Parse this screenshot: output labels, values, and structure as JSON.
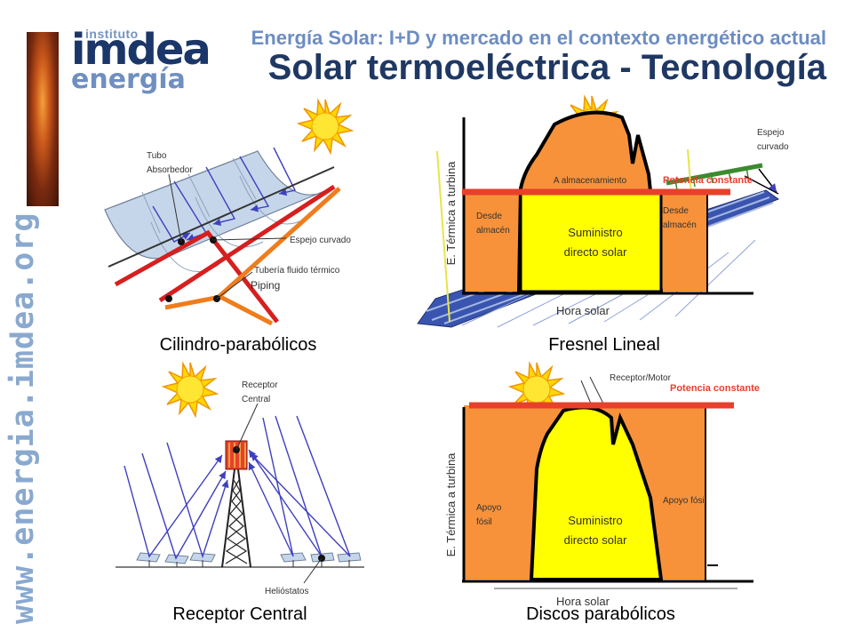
{
  "logo": {
    "institute": "instituto",
    "name": "imdea",
    "unit": "energía"
  },
  "sidebar": {
    "url": "www.energia.imdea.org"
  },
  "header": {
    "subtitle": "Energía Solar: I+D y mercado en el contexto energético actual",
    "title": "Solar termoeléctrica - Tecnología"
  },
  "panels": {
    "parabolic_trough": {
      "caption": "Cilindro-parabólicos",
      "labels": {
        "tube": [
          "Tubo",
          "Absorbedor"
        ],
        "mirror": "Espejo curvado",
        "pipe": "Tubería fluido térmico",
        "piping": "Piping"
      }
    },
    "fresnel": {
      "caption": "Fresnel Lineal",
      "labels": {
        "mirror": [
          "Espejo",
          "curvado"
        ],
        "storage": "A almacenamiento",
        "from_storage_left": [
          "Desde",
          "almacén"
        ],
        "from_storage_right": [
          "Desde",
          "almacén"
        ],
        "constant_power": "Potencia constante",
        "direct_supply": [
          "Suministro",
          "directo solar"
        ],
        "y_axis": "E. Térmica a turbina",
        "x_axis": "Hora solar"
      }
    },
    "central_receiver": {
      "caption": "Receptor Central",
      "labels": {
        "receiver": [
          "Receptor",
          "Central"
        ],
        "heliostats": "Helióstatos"
      }
    },
    "dish": {
      "caption": "Discos parabólicos",
      "labels": {
        "receiver_motor": "Receptor/Motor",
        "constant_power": "Potencia constante",
        "fossil_left": [
          "Apoyo",
          "fósil"
        ],
        "fossil_right": "Apoyo fósil",
        "direct_supply": [
          "Suministro",
          "directo solar"
        ],
        "y_axis": "E. Térmica a turbina",
        "x_axis": "Hora solar"
      }
    }
  },
  "colors": {
    "navy": "#1f3863",
    "light_blue": "#6c8dc2",
    "orange": "#f7923a",
    "yellow": "#ffff00",
    "red": "#e8402b",
    "mirror": "#c5d6ea",
    "arrow": "#3f3fbf"
  }
}
